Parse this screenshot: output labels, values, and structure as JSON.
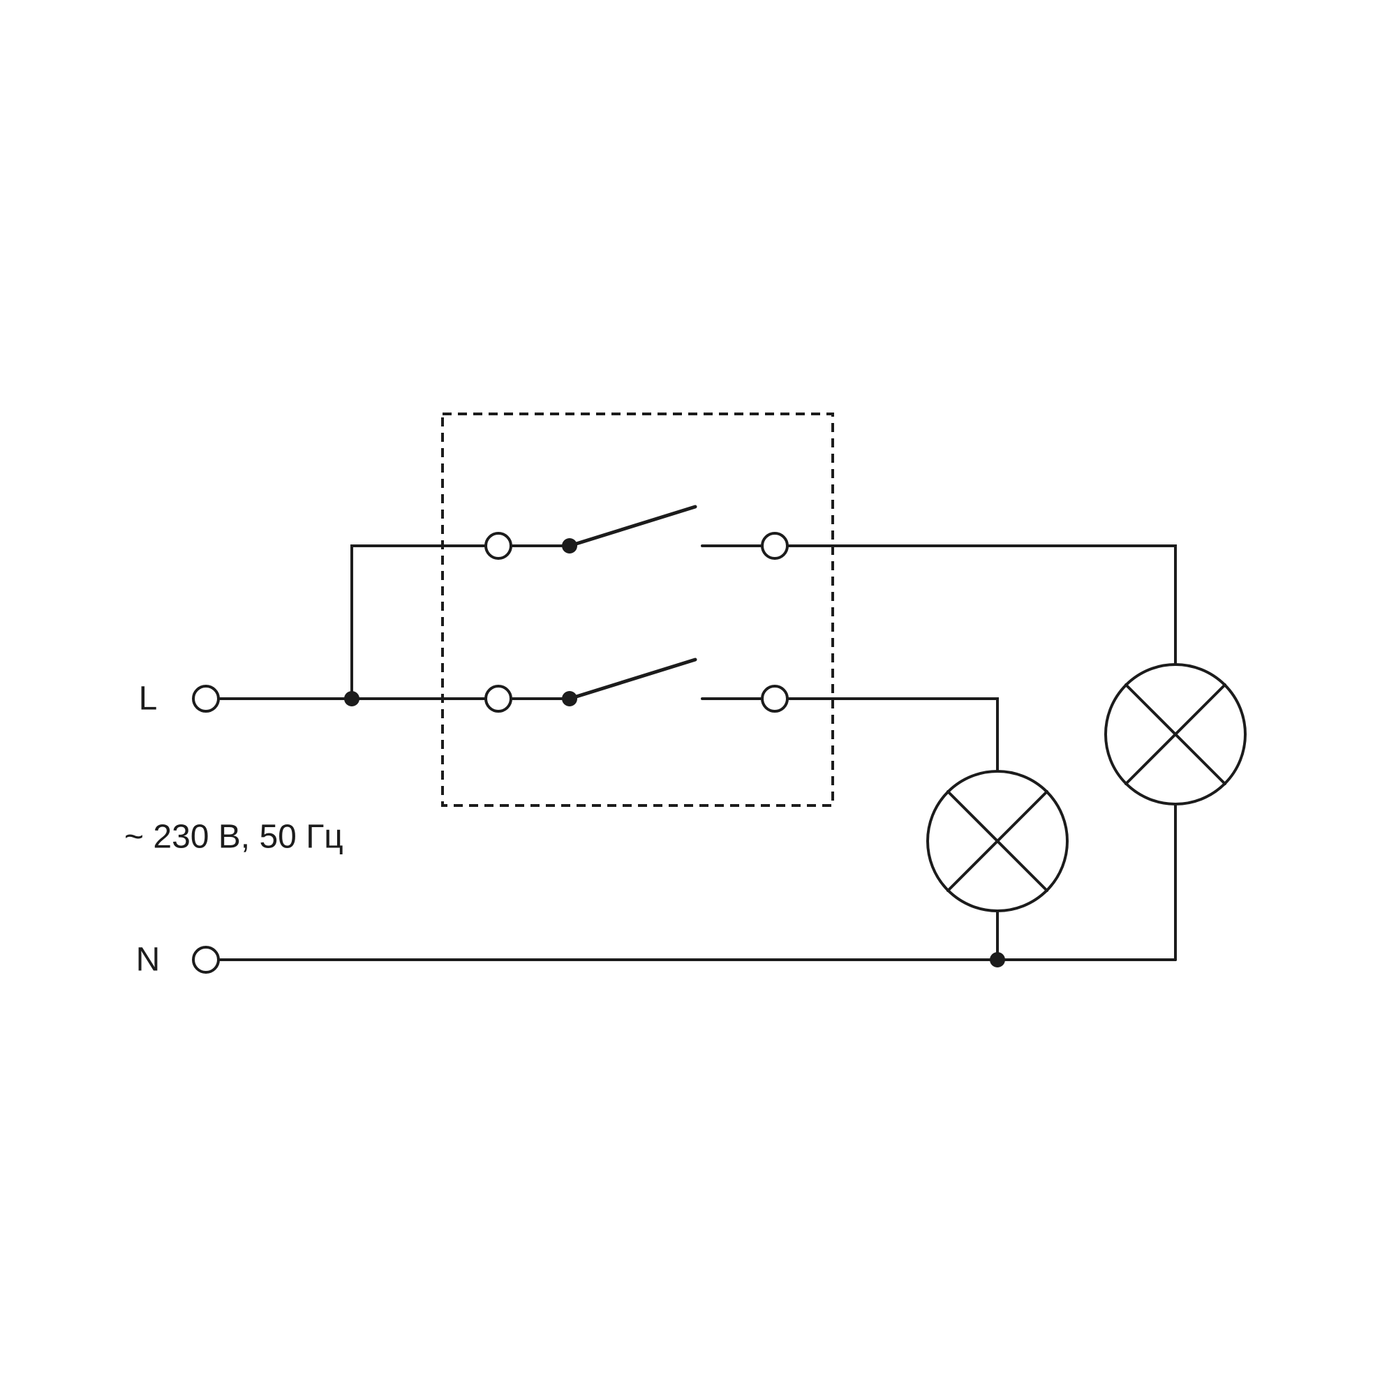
{
  "diagram": {
    "kind": "electrical-wiring-diagram",
    "labels": {
      "line_terminal": "L",
      "neutral_terminal": "N",
      "power_rating": "~ 230 В, 50 Гц"
    },
    "colors": {
      "stroke": "#1c1c1c",
      "background": "#ffffff"
    },
    "structure": {
      "source_terminal": "L",
      "return_terminal": "N",
      "switch_gangs": 2,
      "lamps": 2,
      "enclosure": "dashed box around two-gang switch",
      "connections": [
        "L terminal → junction dot",
        "junction dot → switch-1 input terminal (top gang)",
        "junction dot → switch-2 input terminal (bottom gang)",
        "switch-1 output terminal → lamp-2 (right lamp)",
        "switch-2 output terminal → lamp-1 (left lamp)",
        "lamp-1 → N wire junction dot",
        "lamp-2 → N wire end",
        "N terminal → N wire"
      ]
    }
  }
}
